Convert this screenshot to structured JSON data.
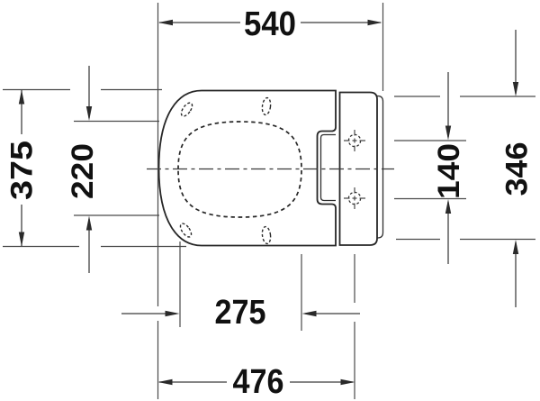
{
  "drawing": {
    "title": "toilet-seat-top-view-dimension-drawing",
    "line_color": "#2a2a2a",
    "background_color": "#ffffff",
    "dimensions": {
      "top_overall_depth": "540",
      "left_overall_width": "375",
      "left_bowl_inner_width": "220",
      "right_fixing_hole_spacing": "140",
      "right_back_width": "346",
      "bottom_bowl_inner_length": "275",
      "bottom_seat_length": "476"
    }
  }
}
